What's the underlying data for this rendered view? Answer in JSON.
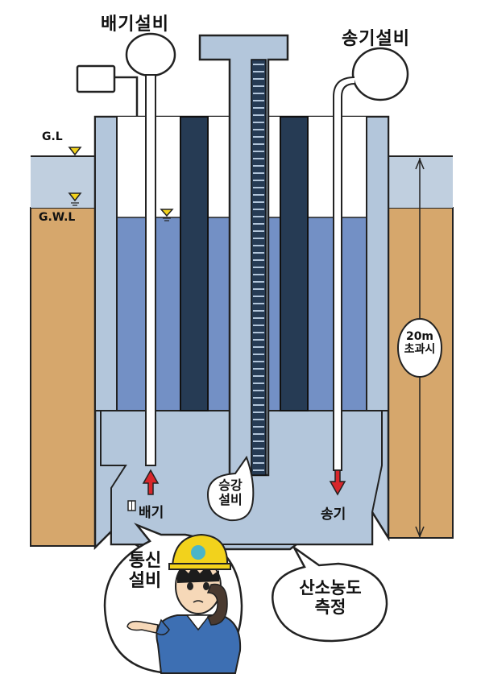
{
  "labels": {
    "exhaust_equipment": "배기설비",
    "supply_equipment": "송기설비",
    "ground_level": "G.L",
    "groundwater_level": "G.W.L",
    "depth_line1": "20m",
    "depth_line2": "초과시",
    "exhaust": "배기",
    "supply": "송기",
    "lift_line1": "승강",
    "lift_line2": "설비",
    "comm_line1": "통신",
    "comm_line2": "설비",
    "oxygen_line1": "산소농도",
    "oxygen_line2": "측정"
  },
  "colors": {
    "soil": "#d6a76c",
    "water": "#7390c5",
    "surface_water": "#c0cfdf",
    "structure": "#b3c6db",
    "dark_pillar": "#263b54",
    "arrow": "#d8262b",
    "helmet": "#f2d21c",
    "uniform": "#3d6fb3"
  }
}
